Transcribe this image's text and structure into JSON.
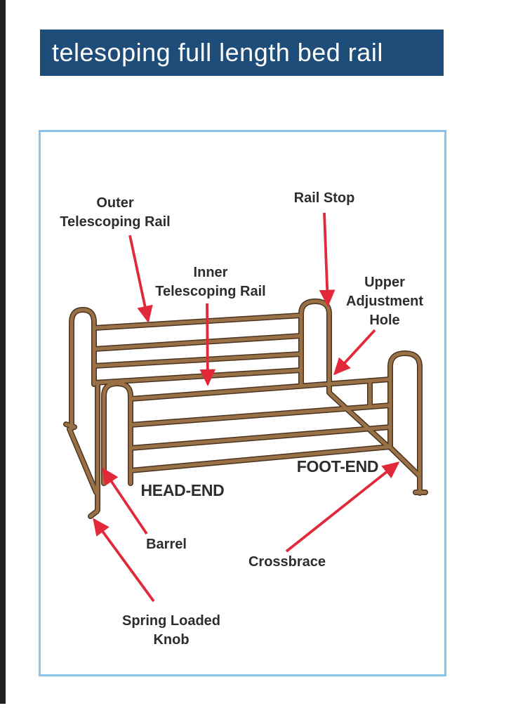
{
  "header": {
    "title": "telesoping full length bed rail",
    "background": "#1d4d78",
    "text_color": "#ffffff"
  },
  "diagram": {
    "border_color": "#87c3ea",
    "subject": "full length telescoping bed rail illustration",
    "colors": {
      "tube_edge": "#4a3420",
      "tube_core": "#9a7046",
      "arrow": "#e2293a",
      "label_text": "#2d2d2d"
    },
    "labels": {
      "outer": {
        "line1": "Outer",
        "line2": "Telescoping Rail"
      },
      "rail_stop": {
        "line1": "Rail Stop"
      },
      "inner": {
        "line1": "Inner",
        "line2": "Telescoping Rail"
      },
      "upper_hole": {
        "line1": "Upper",
        "line2": "Adjustment",
        "line3": "Hole"
      },
      "head_end": {
        "line1": "HEAD-END"
      },
      "foot_end": {
        "line1": "FOOT-END"
      },
      "barrel": {
        "line1": "Barrel"
      },
      "crossbrace": {
        "line1": "Crossbrace"
      },
      "spring_knob": {
        "line1": "Spring Loaded",
        "line2": "Knob"
      }
    }
  }
}
